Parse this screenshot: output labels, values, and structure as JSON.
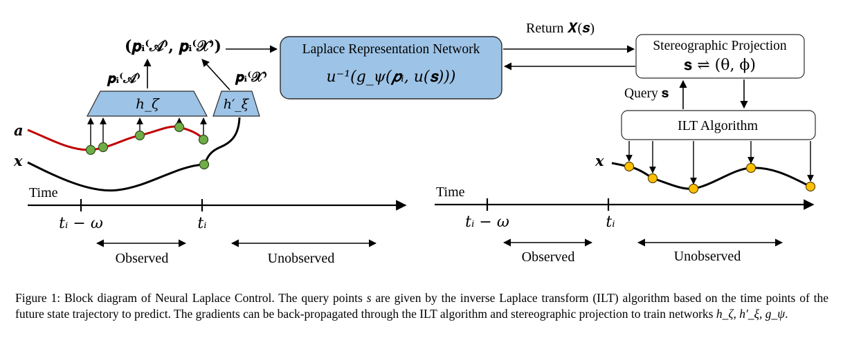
{
  "colors": {
    "block_fill": "#9dc3e6",
    "block_stroke": "#2b2b2b",
    "curve_a": "#c00000",
    "curve_x": "#000000",
    "point_green": "#70ad47",
    "point_yellow": "#ffc000"
  },
  "left_panel": {
    "output_tuple": "(𝒑ᵢ⁽𝒜⁾, 𝒑ᵢ⁽𝒳⁾)",
    "p_a_label": "𝒑ᵢ⁽𝒜⁾",
    "p_x_label": "𝒑ᵢ⁽𝒳⁾",
    "h_zeta": "h_ζ",
    "h_xi": "h′_ξ",
    "curve_a_label": "a",
    "curve_x_label": "x",
    "time_label": "Time",
    "tick_1": "tᵢ − ω",
    "tick_2": "tᵢ",
    "observed": "Observed",
    "unobserved": "Unobserved"
  },
  "center": {
    "network_title": "Laplace Representation Network",
    "network_formula": "u⁻¹(g_ψ(𝒑ᵢ, u(𝐬)))",
    "return_label": "Return 𝑿(𝒔)"
  },
  "right_panel": {
    "stereo_title": "Stereographic Projection",
    "stereo_formula": "𝐬 ⇌ (θ, ϕ)",
    "query_label": "Query 𝐬",
    "ilt_label": "ILT Algorithm",
    "curve_x_label": "x",
    "time_label": "Time",
    "tick_1": "tᵢ − ω",
    "tick_2": "tᵢ",
    "observed": "Observed",
    "unobserved": "Unobserved"
  },
  "caption": {
    "text_1": "Figure 1: Block diagram of Neural Laplace Control. The query points ",
    "math_s": "s",
    "text_2": " are given by the inverse Laplace transform (ILT) algorithm based on the time points of the future state trajectory to predict. The gradients can be back-propagated through the ILT algorithm and stereographic projection to train networks ",
    "math_nets": "h_ζ, h′_ξ, g_ψ",
    "text_3": "."
  }
}
